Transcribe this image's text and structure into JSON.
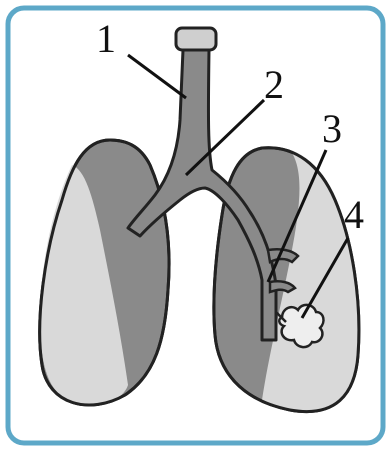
{
  "diagram": {
    "labels": [
      {
        "id": "1",
        "text": "1"
      },
      {
        "id": "2",
        "text": "2"
      },
      {
        "id": "3",
        "text": "3"
      },
      {
        "id": "4",
        "text": "4"
      }
    ]
  },
  "colors": {
    "border": "#5da8c8",
    "outline": "#222222",
    "dark_fill": "#8a8a8a",
    "mid_fill": "#a8a8a8",
    "light_fill": "#d9d9d9",
    "cap_fill": "#cfcfcf"
  }
}
